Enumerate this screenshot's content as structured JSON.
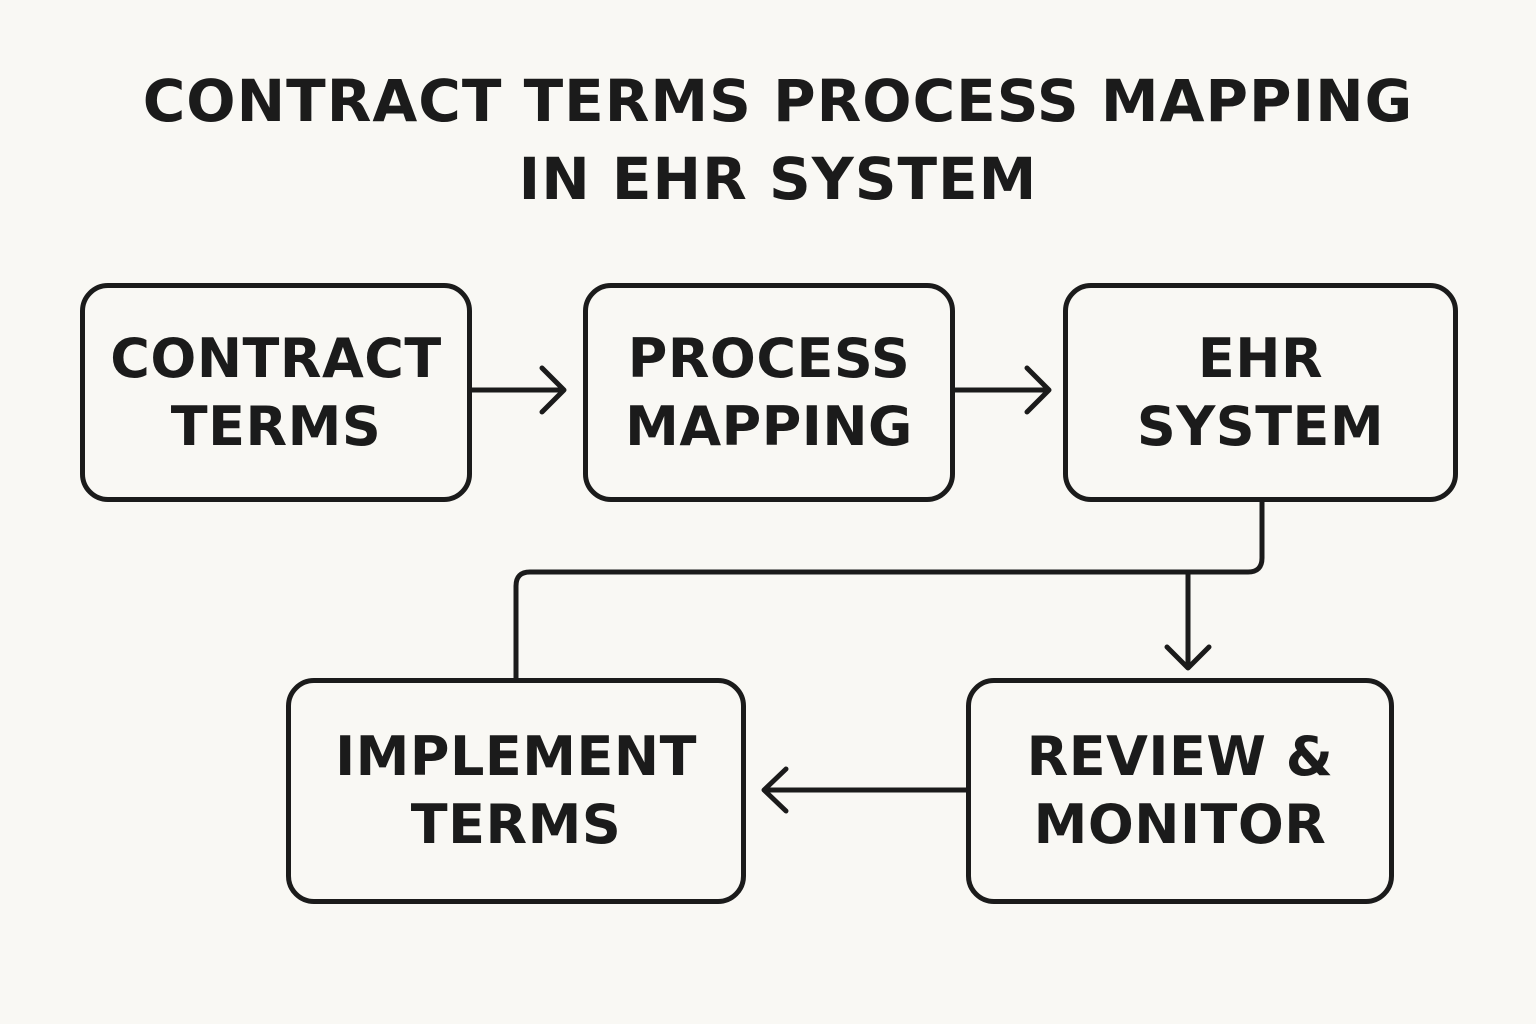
{
  "title": {
    "line1": "CONTRACT TERMS PROCESS MAPPING",
    "line2": "IN EHR SYSTEM"
  },
  "nodes": {
    "contract_terms": {
      "line1": "CONTRACT",
      "line2": "TERMS"
    },
    "process_mapping": {
      "line1": "PROCESS",
      "line2": "MAPPING"
    },
    "ehr_system": {
      "line1": "EHR",
      "line2": "SYSTEM"
    },
    "implement_terms": {
      "line1": "IMPLEMENT",
      "line2": "TERMS"
    },
    "review_monitor": {
      "line1": "REVIEW &",
      "line2": "MONITOR"
    }
  },
  "colors": {
    "background": "#f9f8f4",
    "stroke": "#1b1b1b"
  }
}
